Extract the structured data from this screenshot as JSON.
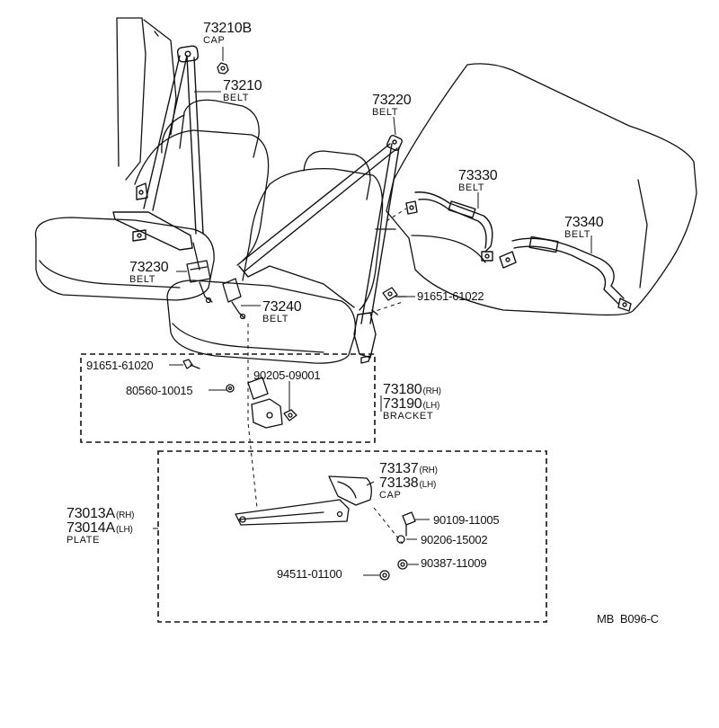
{
  "callouts": {
    "c73210b": {
      "number": "73210B",
      "name": "CAP"
    },
    "c73210": {
      "number": "73210",
      "name": "BELT"
    },
    "c73220": {
      "number": "73220",
      "name": "BELT"
    },
    "c73330": {
      "number": "73330",
      "name": "BELT"
    },
    "c73340": {
      "number": "73340",
      "name": "BELT"
    },
    "c73230": {
      "number": "73230",
      "name": "BELT"
    },
    "c73240": {
      "number": "73240",
      "name": "BELT"
    },
    "c73180": {
      "number1": "73180",
      "suffix1": "(RH)",
      "number2": "73190",
      "suffix2": "(LH)",
      "name": "BRACKET"
    },
    "c73137": {
      "number1": "73137",
      "suffix1": "(RH)",
      "number2": "73138",
      "suffix2": "(LH)",
      "name": "CAP"
    },
    "c73013": {
      "number1": "73013A",
      "suffix1": "(RH)",
      "number2": "73014A",
      "suffix2": "(LH)",
      "name": "PLATE"
    }
  },
  "part_numbers": {
    "p9165161022": "91651-61022",
    "p9165161020": "91651-61020",
    "p9020509001": "90205-09001",
    "p8056010015": "80560-10015",
    "p9010911005": "90109-11005",
    "p9020615002": "90206-15002",
    "p9038711009": "90387-11009",
    "p9451101100": "94511-01100"
  },
  "diagram_code": "MB  B096-C"
}
